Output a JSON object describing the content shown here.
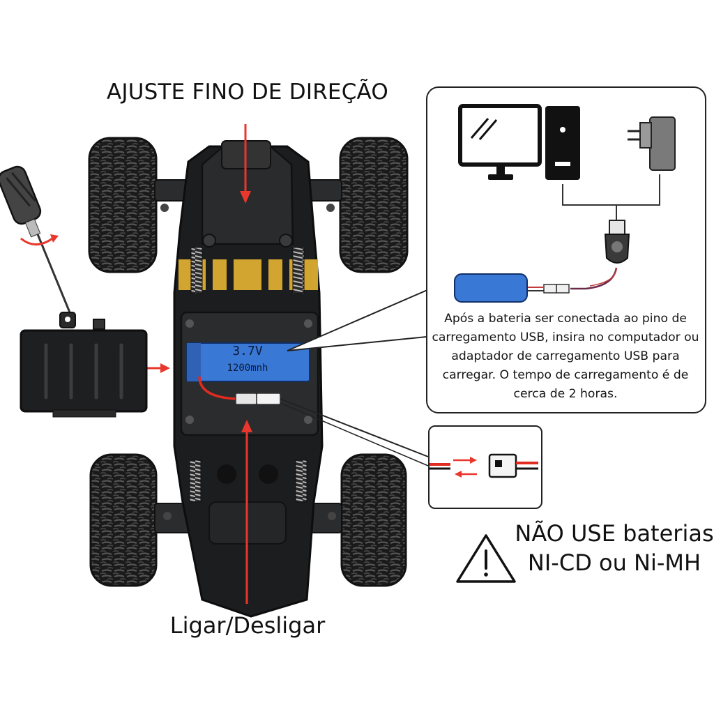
{
  "labels": {
    "steering_trim": "AJUSTE FINO DE DIREÇÃO",
    "power_switch": "Ligar/Desligar"
  },
  "battery": {
    "voltage": "3.7V",
    "capacity": "1200mnh"
  },
  "charging": {
    "instructions": "Após a bateria ser conectada ao pino de carregamento USB, insira no computador ou adaptador de carregamento USB para carregar. O tempo de carregamento é de cerca de 2 horas."
  },
  "warning": {
    "line1": "NÃO USE baterias",
    "line2": "NI-CD ou Ni-MH"
  },
  "colors": {
    "arrow_red": "#e8372c",
    "battery_blue": "#3a78d6",
    "chassis_dark": "#1c1d1f",
    "spring_yellow": "#d2a430"
  },
  "icons": [
    "screwdriver-icon",
    "monitor-icon",
    "pc-tower-icon",
    "wall-adapter-icon",
    "usb-plug-icon",
    "warning-icon",
    "battery-pack-icon",
    "rotate-arrow-icon"
  ]
}
